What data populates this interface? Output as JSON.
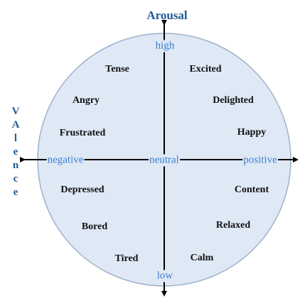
{
  "titles": {
    "arousal": "Arousal",
    "valence": [
      "V",
      "A",
      "l",
      "e",
      "n",
      "c",
      "e"
    ]
  },
  "axis_labels": {
    "high": "high",
    "low": "low",
    "negative": "negative",
    "positive": "positive",
    "neutral": "neutral"
  },
  "emotions": {
    "tense": "Tense",
    "excited": "Excited",
    "angry": "Angry",
    "delighted": "Delighted",
    "frustrated": "Frustrated",
    "happy": "Happy",
    "depressed": "Depressed",
    "content": "Content",
    "bored": "Bored",
    "relaxed": "Relaxed",
    "tired": "Tired",
    "calm": "Calm"
  },
  "colors": {
    "title": "#1f5b96",
    "axis_label": "#3a7fd0",
    "circle_fill": "#dfe8f5",
    "circle_stroke": "#9fb2c9",
    "axis_line": "#000000"
  }
}
